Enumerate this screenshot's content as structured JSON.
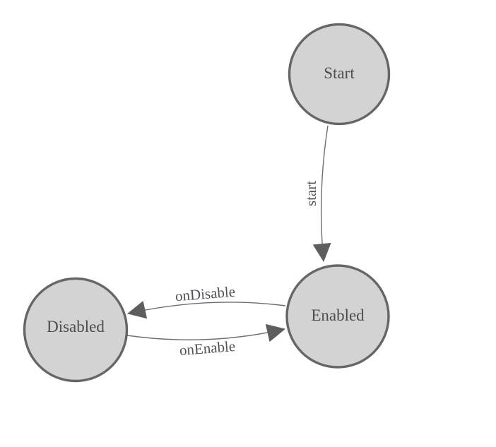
{
  "diagram": {
    "type": "state-machine",
    "background_color": "#ffffff",
    "node_fill_color": "#d3d3d3",
    "node_border_color": "#666666",
    "edge_color": "#6e6e6e",
    "arrow_color": "#5e5e5e",
    "text_color": "#4d4d4d",
    "nodes": [
      {
        "id": "start",
        "label": "Start"
      },
      {
        "id": "enabled",
        "label": "Enabled"
      },
      {
        "id": "disabled",
        "label": "Disabled"
      }
    ],
    "edges": [
      {
        "from": "Start",
        "to": "Enabled",
        "label": "start"
      },
      {
        "from": "Enabled",
        "to": "Disabled",
        "label": "onDisable"
      },
      {
        "from": "Disabled",
        "to": "Enabled",
        "label": "onEnable"
      }
    ]
  }
}
